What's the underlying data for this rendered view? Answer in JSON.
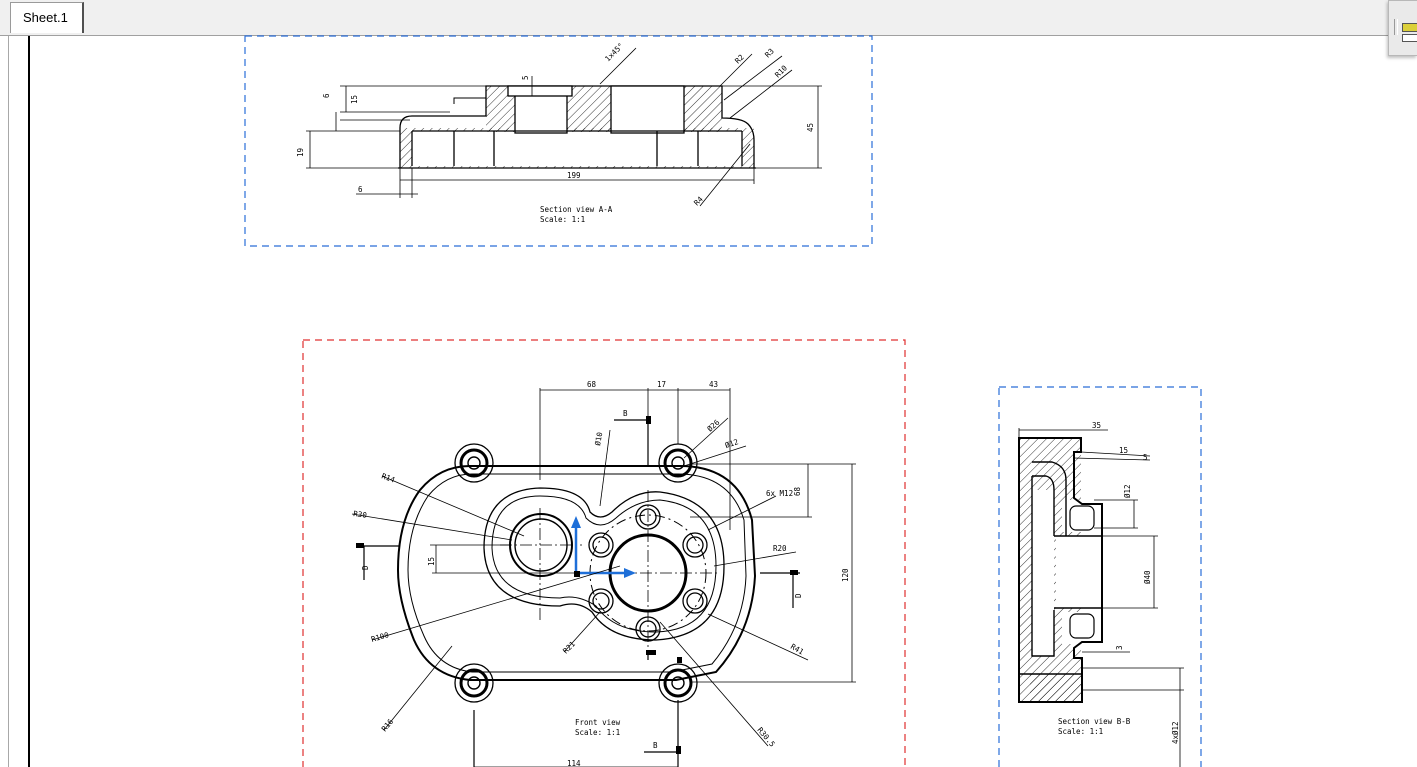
{
  "tabs": [
    {
      "label": "Sheet.1",
      "active": true
    }
  ],
  "views": {
    "section_aa": {
      "caption_line1": "Section view A-A",
      "caption_line2": "Scale:  1:1",
      "dims": {
        "d6_top": "6",
        "d15": "15",
        "d19": "19",
        "d6_bottom": "6",
        "d5": "5",
        "chamfer": "1x45°",
        "r2": "R2",
        "r3": "R3",
        "r10": "R10",
        "r4": "R4",
        "d45": "45",
        "d199": "199"
      },
      "frame_color": "#2a6ed8"
    },
    "front": {
      "caption_line1": "Front view",
      "caption_line2": "Scale:  1:1",
      "dims": {
        "d68": "68",
        "d17": "17",
        "d43": "43",
        "b_top": "B",
        "phi10": "Ø10",
        "phi26": "Ø26",
        "phi12": "Ø12",
        "r14": "R14",
        "r30": "R30",
        "d15": "15",
        "d_left": "D",
        "r100": "R100",
        "r21": "R21",
        "r16": "R16",
        "m12": "6x M12",
        "d68v": "68",
        "r20": "R20",
        "d_right": "D",
        "d120": "120",
        "r41": "R41",
        "r30b": "R30.5",
        "b_bottom": "B",
        "d114": "114"
      },
      "frame_color": "#e03030"
    },
    "section_bb": {
      "caption_line1": "Section view B-B",
      "caption_line2": "Scale:  1:1",
      "dims": {
        "d35": "35",
        "d15": "15",
        "d5": "5",
        "phi12": "Ø12",
        "phi40": "Ø40",
        "d3": "3",
        "phi12b": "4xØ12"
      },
      "frame_color": "#2a6ed8"
    }
  },
  "colors": {
    "axis_blue": "#1e6fd8",
    "tab_bg": "#f0f0f0"
  }
}
